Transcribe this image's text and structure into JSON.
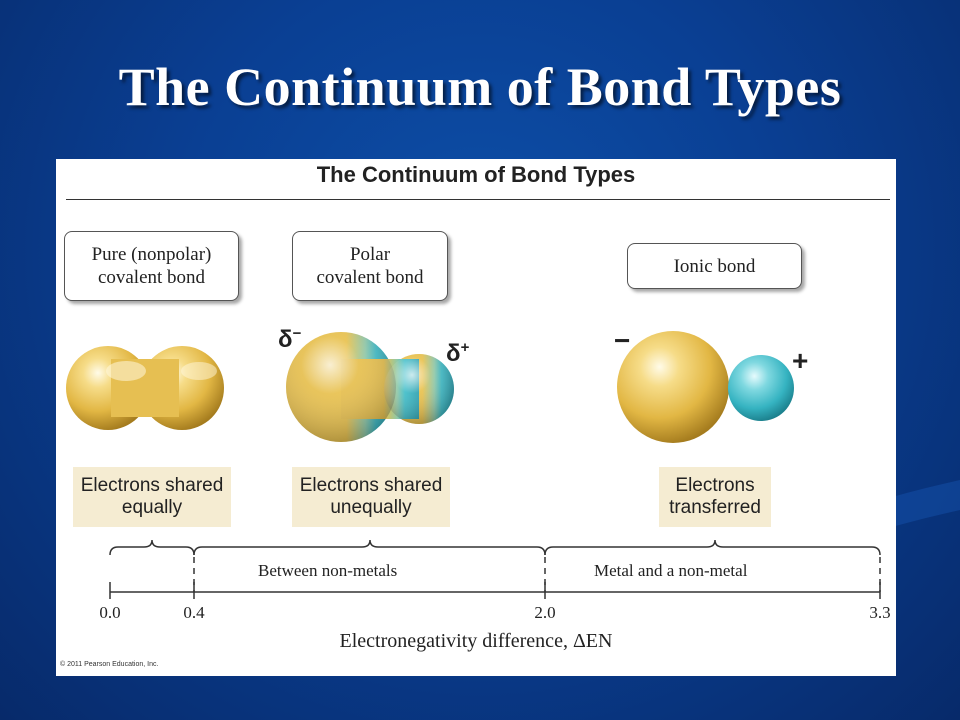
{
  "slide": {
    "title": "The Continuum of Bond Types"
  },
  "figure": {
    "title": "The Continuum of Bond Types",
    "bond_types": [
      {
        "label_line1": "Pure (nonpolar)",
        "label_line2": "covalent bond",
        "desc_line1": "Electrons shared",
        "desc_line2": "equally"
      },
      {
        "label_line1": "Polar",
        "label_line2": "covalent bond",
        "desc_line1": "Electrons shared",
        "desc_line2": "unequally",
        "charge_left": "δ",
        "charge_left_sup": "−",
        "charge_right": "δ",
        "charge_right_sup": "+"
      },
      {
        "label_line1": "Ionic bond",
        "desc_line1": "Electrons",
        "desc_line2": "transferred",
        "charge_left": "−",
        "charge_right": "+"
      }
    ],
    "segments": [
      "Between non-metals",
      "Metal and a non-metal"
    ],
    "ticks": [
      "0.0",
      "0.4",
      "2.0",
      "3.3"
    ],
    "axis_label": "Electronegativity difference, ΔEN",
    "copyright": "© 2011 Pearson Education, Inc.",
    "colors": {
      "gold": "#e8c04a",
      "teal": "#3cbcc8",
      "desc_bg": "#f5ecd2",
      "slide_bg": "#0a3f93"
    }
  }
}
